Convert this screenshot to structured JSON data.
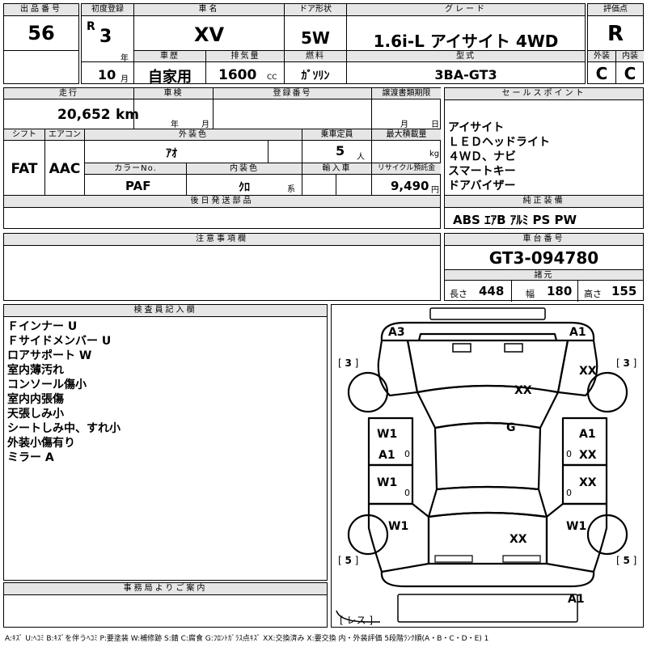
{
  "header": {
    "lot_label": "出品番号",
    "lot": "56",
    "reg_label": "初度登録",
    "era": "R",
    "year": "3",
    "year_unit": "年",
    "month": "10",
    "month_unit": "月",
    "name_label": "車名",
    "name": "XV",
    "history_label": "車歴",
    "history": "自家用",
    "cc_label": "排気量",
    "cc": "1600",
    "cc_unit": "CC",
    "door_label": "ドア形状",
    "door": "5W",
    "fuel_label": "燃料",
    "fuel": "ｶﾞｿﾘﾝ",
    "grade_label": "グレード",
    "grade": "1.6i-L アイサイト 4WD",
    "model_label": "型式",
    "model": "3BA-GT3",
    "score_label": "評価点",
    "score": "R",
    "ext_label": "外装",
    "ext": "C",
    "int_label": "内装",
    "int": "C"
  },
  "mid": {
    "mileage_label": "走行",
    "mileage": "20,652",
    "mileage_unit": "km",
    "inspection_label": "車検",
    "insp_year": "年",
    "insp_month": "月",
    "regno_label": "登録番号",
    "transfer_label": "譲渡書類期限",
    "transfer_month": "月",
    "transfer_day": "日",
    "shift_label": "シフト",
    "shift": "FAT",
    "ac_label": "エアコン",
    "ac": "AAC",
    "color_label": "外装色",
    "color": "ｱｵ",
    "capacity_label": "乗車定員",
    "capacity": "5",
    "capacity_unit": "人",
    "load_label": "最大積載量",
    "load_unit": "kg",
    "colorno_label": "カラーNo.",
    "colorno": "PAF",
    "intcolor_label": "内装色",
    "intcolor": "ｸﾛ",
    "intcolor_unit": "系",
    "import_label": "輸入車",
    "recycle_label": "リサイクル預託金",
    "recycle": "9,490",
    "recycle_unit": "円",
    "later_label": "後日発送部品"
  },
  "sales": {
    "label": "セールスポイント",
    "points": [
      "アイサイト",
      "ＬＥＤヘッドライト",
      "４ＷＤ、ナビ",
      "スマートキー",
      "ドアバイザー"
    ]
  },
  "equip": {
    "label": "純正装備",
    "items": "ABS ｴｱB ｱﾙﾐ PS PW"
  },
  "notes": {
    "label": "注意事項欄"
  },
  "chassis": {
    "label": "車台番号",
    "value": "GT3-094780",
    "dims_label": "諸元",
    "len_label": "長さ",
    "len": "448",
    "wid_label": "幅",
    "wid": "180",
    "hei_label": "高さ",
    "hei": "155"
  },
  "inspector": {
    "label": "検査員記入欄",
    "lines": [
      "Ｆインナー U",
      "Ｆサイドメンバー U",
      "ロアサポート W",
      "室内薄汚れ",
      "コンソール傷小",
      "室内内張傷",
      "天張しみ小",
      "シートしみ中、すれ小",
      "外装小傷有り",
      "ミラー A"
    ]
  },
  "office": {
    "label": "事務局よりご案内"
  },
  "diagram": {
    "marks": {
      "a3": "A3",
      "a1_top": "A1",
      "xx_roof": "XX",
      "xx_right_front": "XX",
      "w1_left": "W1",
      "a1_left": "A1",
      "g": "G",
      "a1_right": "A1",
      "xx_right_door": "XX",
      "w1_left_rear": "W1",
      "xx_right_rear_door": "XX",
      "w1_left_wheel": "W1",
      "w1_right_wheel": "W1",
      "xx_trunk": "XX",
      "a1_bottom": "A1",
      "tire_fl": "3",
      "tire_fr": "3",
      "tire_rl": "5",
      "tire_rr": "5",
      "spare": "レス",
      "zero1": "0",
      "zero2": "0",
      "zero3": "0",
      "zero4": "0"
    }
  },
  "legend": "A:ｷｽﾞ U:ﾍｺﾐ B:ｷｽﾞを伴うﾍｺﾐ P:要塗装 W:補修跡 S:錆 C:腐食 G:ﾌﾛﾝﾄｶﾞﾗｽ点ｷｽﾞ XX:交換済み X:要交換 内・外装評価 5段階ﾗﾝｸ順(A・B・C・D・E) 1"
}
